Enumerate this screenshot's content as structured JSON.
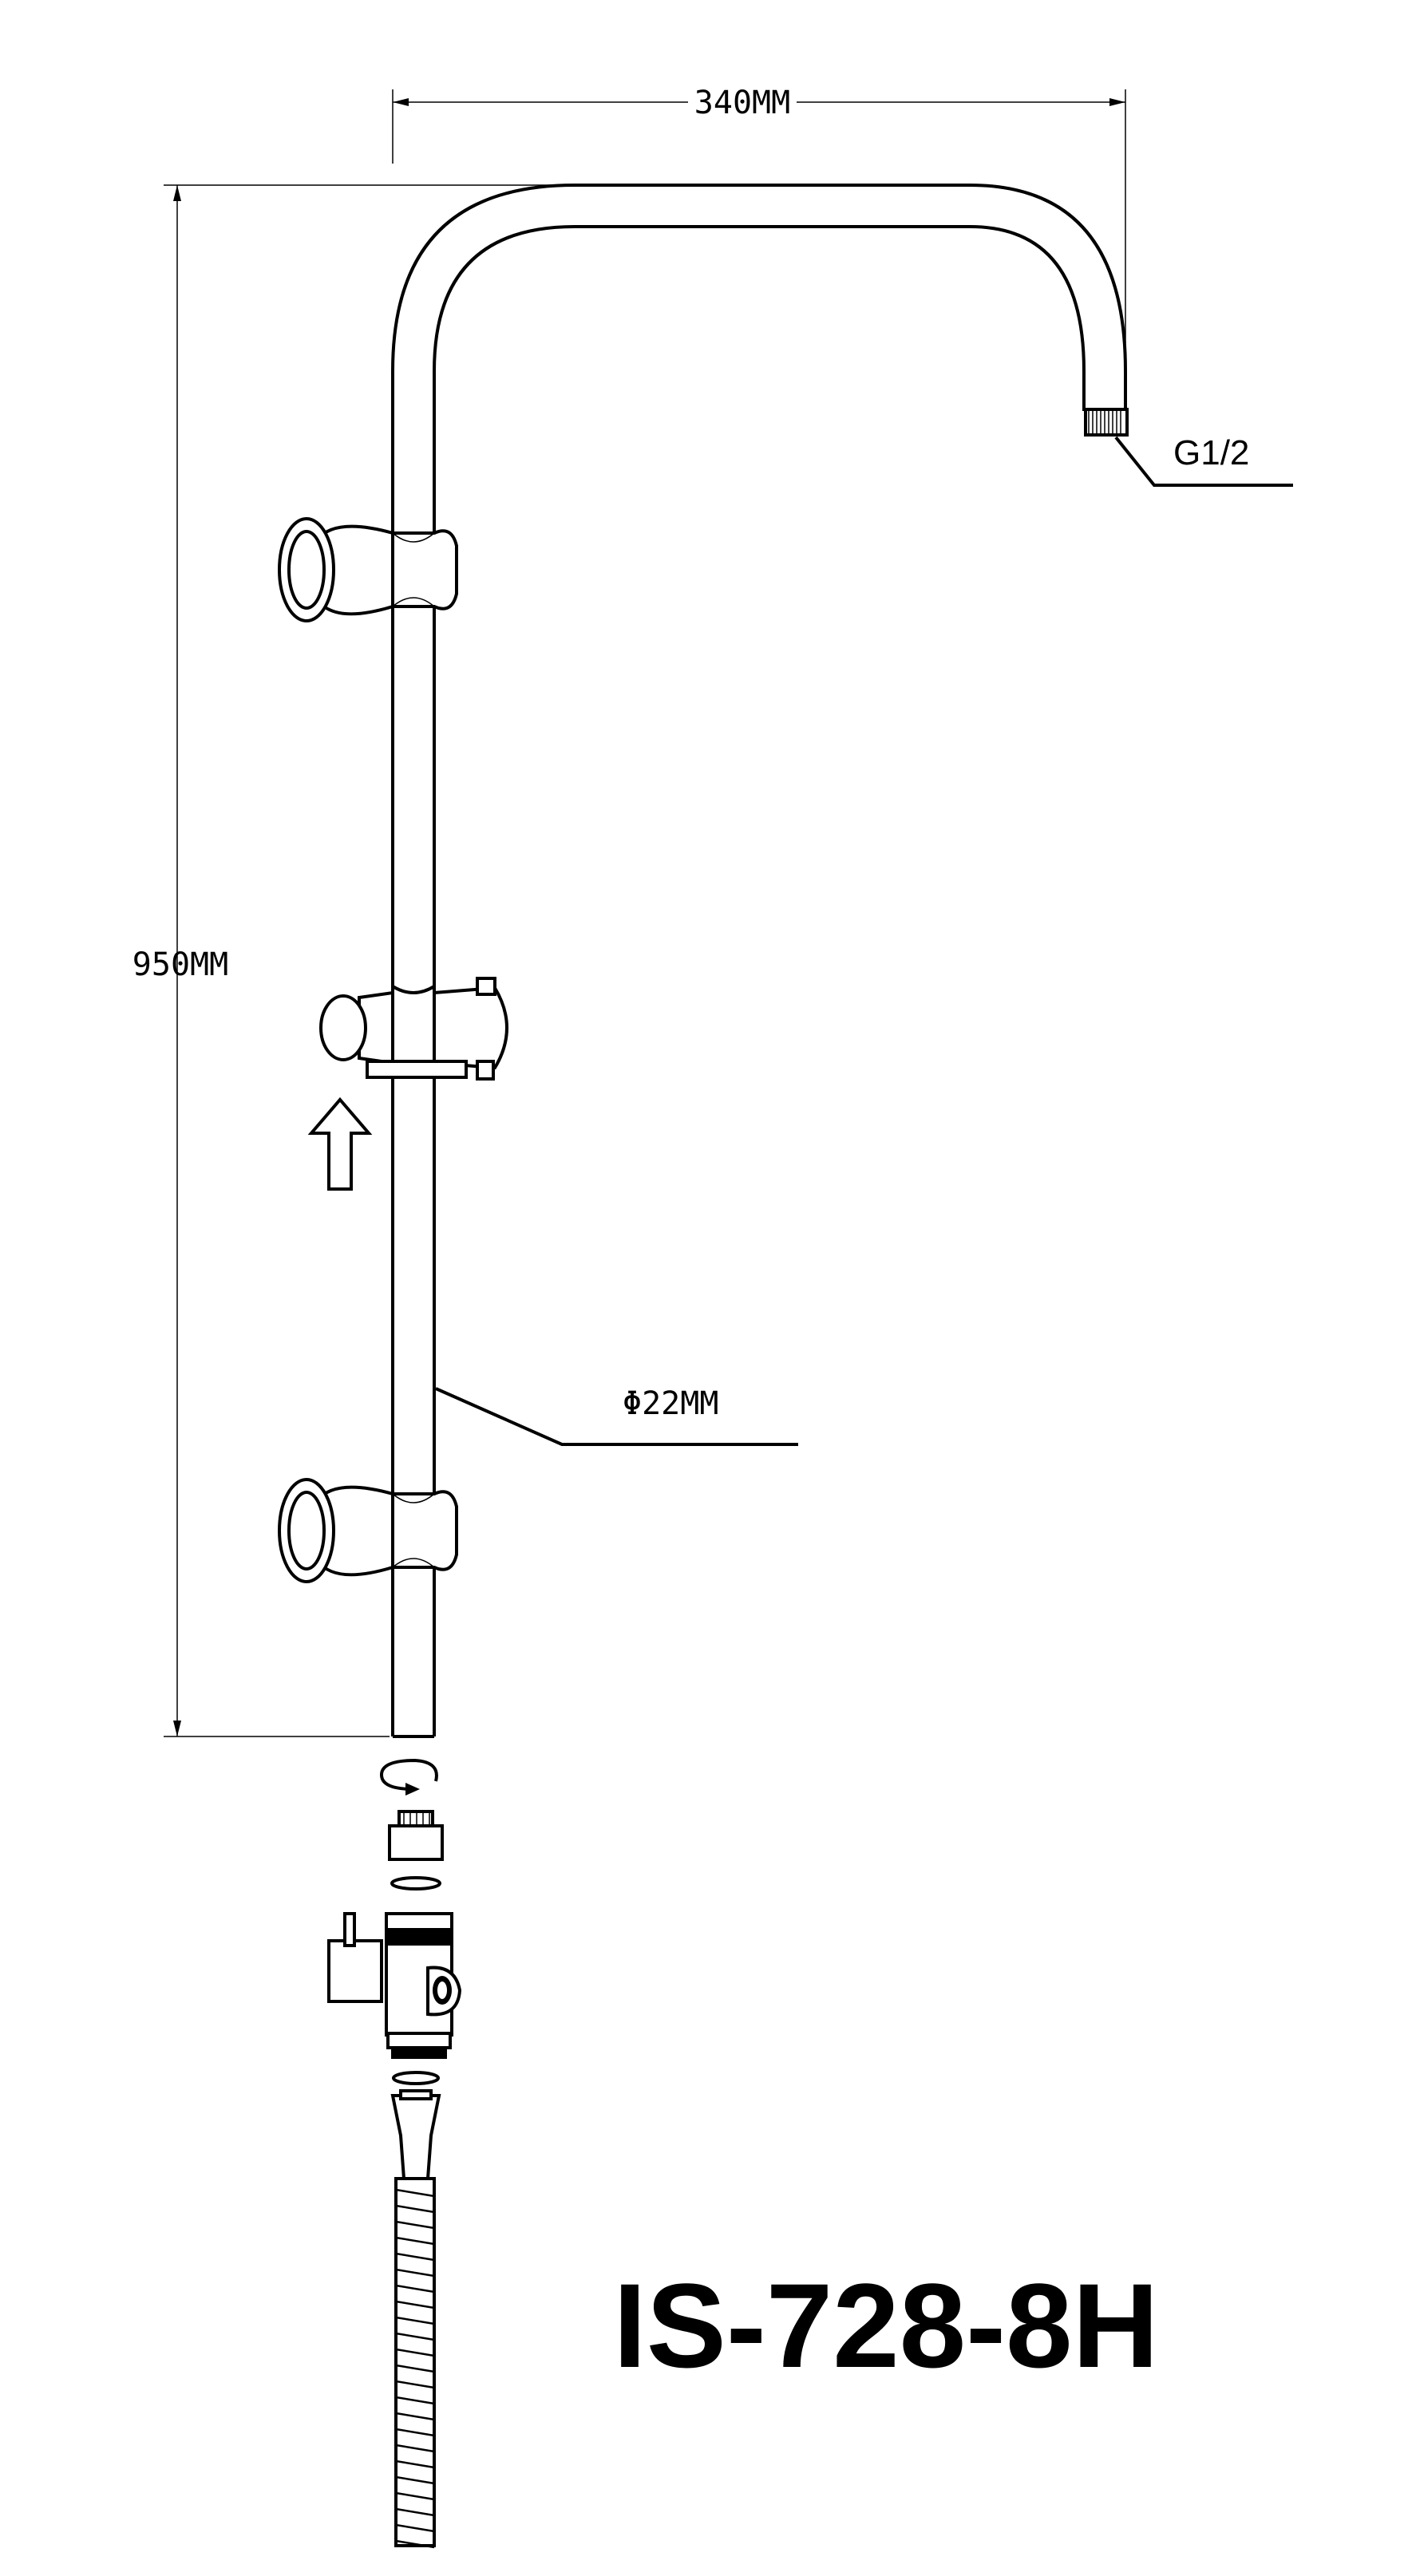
{
  "dimensions": {
    "width_label": "340MM",
    "height_label": "950MM",
    "diameter_label": "Φ22MM",
    "thread_label": "G1/2"
  },
  "model_number": "IS-728-8H",
  "colors": {
    "line": "#000000",
    "background": "#ffffff"
  },
  "icons": [
    "upward-arrow-icon",
    "rotation-arrow-icon"
  ]
}
